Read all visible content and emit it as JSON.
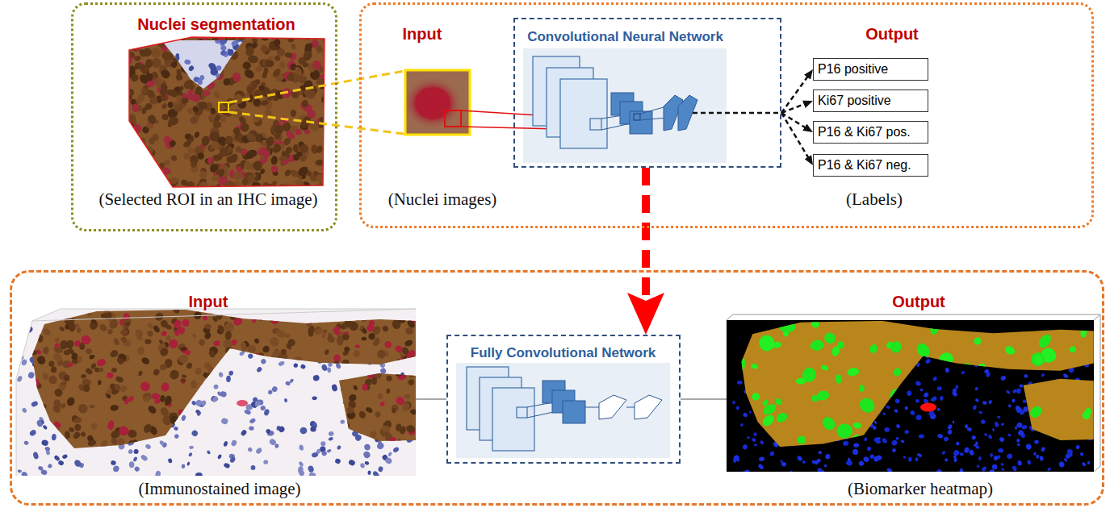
{
  "diagram": {
    "nodes": [
      {
        "text": [
          "Nuclei segmentation",
          "(Selected ROI in an IHC image)"
        ]
      },
      {
        "text": [
          "Input",
          "Output",
          "(Nuclei images)",
          "(Labels)"
        ]
      },
      {
        "text": [
          "Convolutional Neural Network"
        ],
        "in": 1
      },
      {
        "text": [
          "P16 positive"
        ],
        "in": 1
      },
      {
        "text": [
          "Ki67 positive"
        ],
        "in": 1
      },
      {
        "text": [
          "P16 & Ki67 pos."
        ],
        "in": 1
      },
      {
        "text": [
          "P16 & Ki67 neg."
        ],
        "in": 1
      },
      {
        "text": [
          "Input",
          "Output",
          "(Immunostained image)",
          "(Biomarker heatmap)"
        ]
      },
      {
        "text": [
          "Fully Convolutional Network"
        ],
        "in": 7
      }
    ],
    "edges": [
      {
        "from": 2,
        "to": 3,
        "arrow": "to"
      },
      {
        "from": 2,
        "to": 4,
        "arrow": "to"
      },
      {
        "from": 2,
        "to": 5,
        "arrow": "to"
      },
      {
        "from": 2,
        "to": 6,
        "arrow": "to"
      },
      {
        "from": 2,
        "to": 8,
        "arrow": "to"
      }
    ]
  }
}
